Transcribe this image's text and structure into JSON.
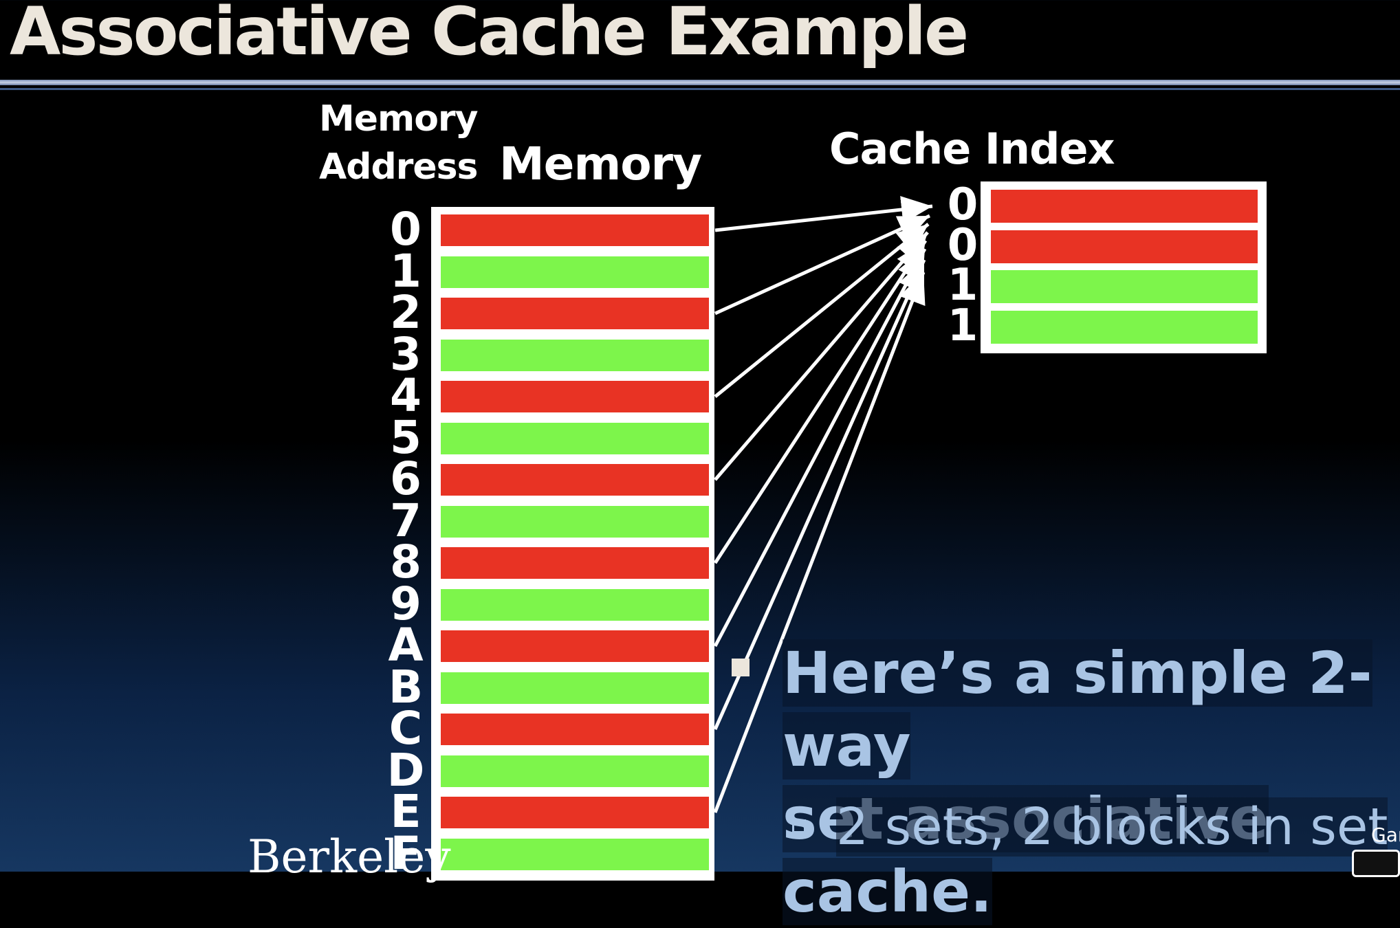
{
  "slide": {
    "title": "Associative Cache Example"
  },
  "diagram": {
    "memory_address_header": "Memory\nAddress",
    "memory_header": "Memory",
    "cache_index_header": "Cache Index",
    "memory_rows": [
      {
        "address": "0",
        "color": "#e83324"
      },
      {
        "address": "1",
        "color": "#7df54b"
      },
      {
        "address": "2",
        "color": "#e83324"
      },
      {
        "address": "3",
        "color": "#7df54b"
      },
      {
        "address": "4",
        "color": "#e83324"
      },
      {
        "address": "5",
        "color": "#7df54b"
      },
      {
        "address": "6",
        "color": "#e83324"
      },
      {
        "address": "7",
        "color": "#7df54b"
      },
      {
        "address": "8",
        "color": "#e83324"
      },
      {
        "address": "9",
        "color": "#7df54b"
      },
      {
        "address": "A",
        "color": "#e83324"
      },
      {
        "address": "B",
        "color": "#7df54b"
      },
      {
        "address": "C",
        "color": "#e83324"
      },
      {
        "address": "D",
        "color": "#7df54b"
      },
      {
        "address": "E",
        "color": "#e83324"
      },
      {
        "address": "F",
        "color": "#7df54b"
      }
    ],
    "cache_rows": [
      {
        "index": "0",
        "color": "#e83324"
      },
      {
        "index": "0",
        "color": "#e83324"
      },
      {
        "index": "1",
        "color": "#7df54b"
      },
      {
        "index": "1",
        "color": "#7df54b"
      }
    ]
  },
  "bullets": {
    "main": [
      "Here’s a simple 2-way",
      "set associative cache."
    ],
    "sub": "2 sets, 2 blocks in set"
  },
  "footer": {
    "logo_text": "Berkeley",
    "author_partial": "Gar"
  },
  "colors": {
    "red_block": "#e83324",
    "green_block": "#7df54b",
    "title_text": "#ece6dc",
    "bullet_text": "#a9c4e4"
  }
}
